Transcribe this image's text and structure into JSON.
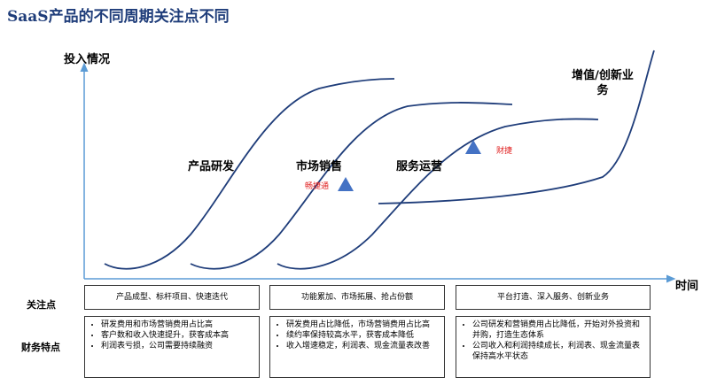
{
  "title": "SaaS产品的不同周期关注点不同",
  "axes": {
    "y_label": "投入情况",
    "x_label": "时间"
  },
  "stages": [
    "产品研发",
    "市场销售",
    "服务运营",
    "增值/创新业务"
  ],
  "markers": [
    "畅捷通",
    "财捷"
  ],
  "row_labels": {
    "focus": "关注点",
    "finance": "财务特点"
  },
  "focus": [
    "产品成型、标杆项目、快速迭代",
    "功能累加、市场拓展、抢占份额",
    "平台打造、深入服务、创新业务"
  ],
  "finance": [
    [
      "研发费用和市场营销费用占比高",
      "客户数和收入快速提升，获客成本高",
      "利润表亏损，公司需要持续融资"
    ],
    [
      "研发费用占比降低，市场营销费用占比高",
      "续约率保持较高水平，获客成本降低",
      "收入增速稳定，利润表、现金流量表改善"
    ],
    [
      "公司研发和营销费用占比降低，开始对外投资和并购，打造生态体系",
      "公司收入和利润持续成长，利润表、现金流量表保持高水平状态"
    ]
  ],
  "colors": {
    "axis": "#5b9bd5",
    "curve": "#1f3d7a",
    "marker": "#4472c4",
    "title": "#1f3d7a"
  }
}
